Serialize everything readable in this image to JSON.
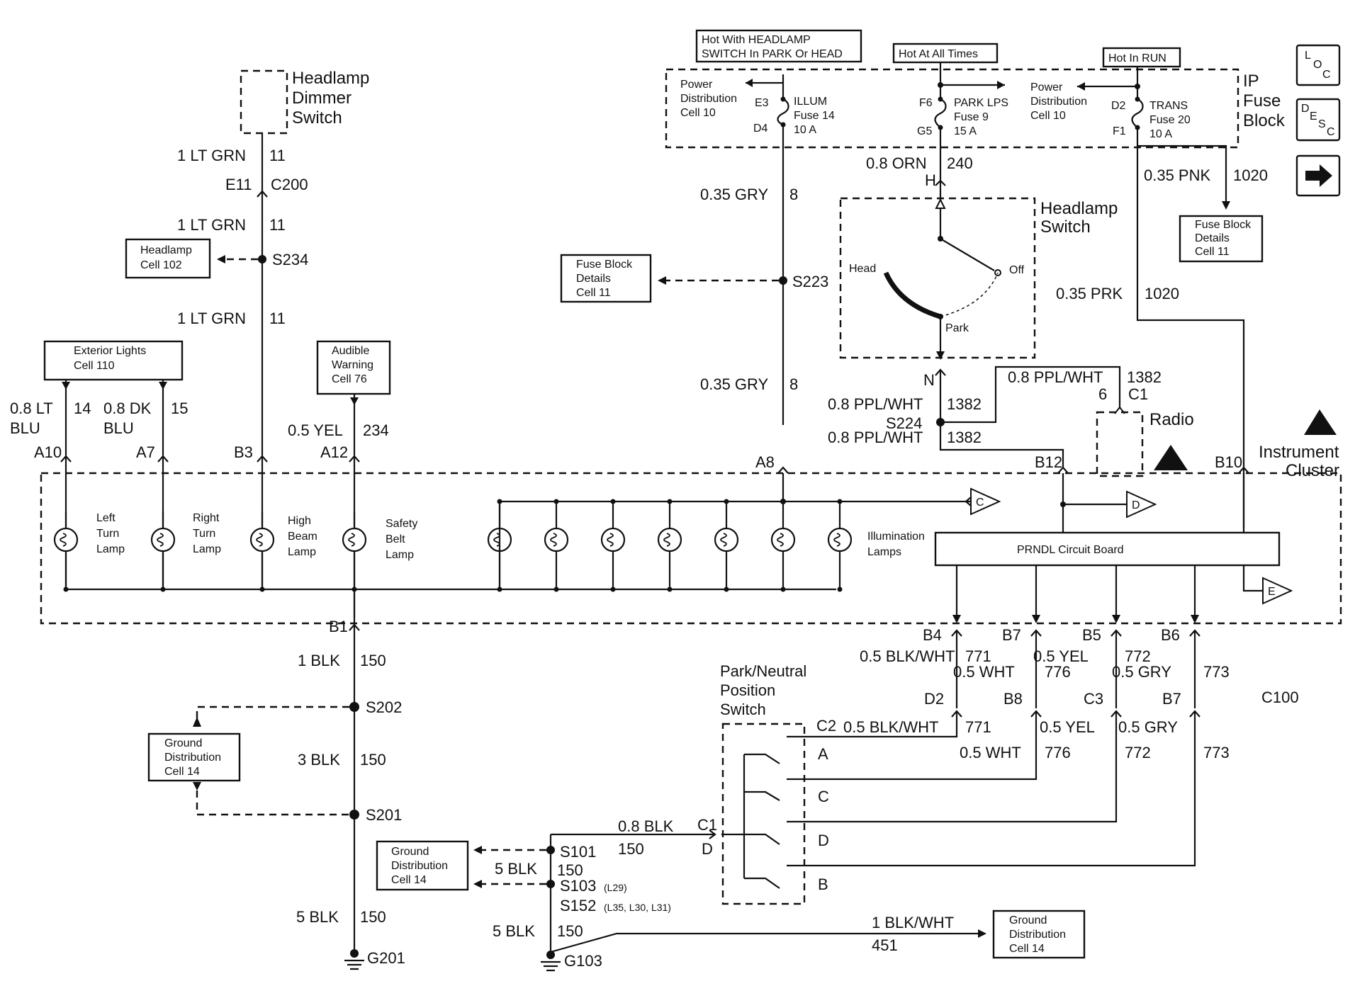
{
  "hot_labels": {
    "headlamp": [
      "Hot With HEADLAMP",
      "SWITCH In PARK Or HEAD"
    ],
    "all_times": "Hot At All Times",
    "run": "Hot In RUN"
  },
  "nav_icons": {
    "loc": [
      "L",
      "O",
      "C"
    ],
    "desc": [
      "D",
      "E",
      "S",
      "C"
    ],
    "next": "arrow-right-icon"
  },
  "ip_fuse_block": {
    "title": [
      "IP",
      "Fuse",
      "Block"
    ],
    "power_dist_1": [
      "Power",
      "Distribution",
      "Cell 10"
    ],
    "power_dist_2": [
      "Power",
      "Distribution",
      "Cell 10"
    ],
    "fuse14": {
      "name": "ILLUM",
      "fuse": "Fuse 14",
      "amps": "10 A",
      "in": "E3",
      "out": "D4"
    },
    "fuse9": {
      "name": "PARK LPS",
      "fuse": "Fuse 9",
      "amps": "15 A",
      "in": "F6",
      "out": "G5"
    },
    "fuse20": {
      "name": "TRANS",
      "fuse": "Fuse 20",
      "amps": "10 A",
      "in": "D2",
      "out": "F1"
    }
  },
  "dimmer": {
    "title": [
      "Headlamp",
      "Dimmer",
      "Switch"
    ],
    "w1": [
      "1 LT GRN",
      "11"
    ],
    "e11": "E11",
    "c200": "C200",
    "w2": [
      "1 LT GRN",
      "11"
    ],
    "s234": "S234",
    "w3": [
      "1 LT GRN",
      "11"
    ],
    "headlamp_ref": [
      "Headlamp",
      "Cell 102"
    ]
  },
  "refs": {
    "exterior": [
      "Exterior Lights",
      "Cell 110"
    ],
    "audible": [
      "Audible",
      "Warning",
      "Cell 76"
    ],
    "fuse_block_details_left": [
      "Fuse Block",
      "Details",
      "Cell 11"
    ],
    "fuse_block_details_right": [
      "Fuse Block",
      "Details",
      "Cell 11"
    ],
    "ground_dist_left": [
      "Ground",
      "Distribution",
      "Cell 14"
    ],
    "ground_dist_mid": [
      "Ground",
      "Distribution",
      "Cell 14"
    ],
    "ground_dist_right": [
      "Ground",
      "Distribution",
      "Cell 14"
    ]
  },
  "wires": {
    "a10": [
      "0.8 LT",
      "BLU",
      "14"
    ],
    "a7": [
      "0.8 DK",
      "BLU",
      "15"
    ],
    "a12": [
      "0.5 YEL",
      "234"
    ],
    "gry_top": [
      "0.35 GRY",
      "8"
    ],
    "gry_bottom": [
      "0.35 GRY",
      "8"
    ],
    "s223": "S223",
    "orn": [
      "0.8 ORN",
      "240"
    ],
    "pnk": [
      "0.35 PNK",
      "1020"
    ],
    "prk": [
      "0.35 PRK",
      "1020"
    ],
    "ppl_radio": [
      "0.8 PPL/WHT",
      "1382"
    ],
    "radio_pin": [
      "6",
      "C1"
    ],
    "ppl_n": [
      "0.8 PPL/WHT",
      "1382"
    ],
    "s224": "S224",
    "ppl_b12": [
      "0.8 PPL/WHT",
      "1382"
    ],
    "blk1": [
      "1 BLK",
      "150"
    ],
    "s202": "S202",
    "blk3": [
      "3 BLK",
      "150"
    ],
    "s201": "S201",
    "blk5_left": [
      "5 BLK",
      "150"
    ],
    "g201": "G201",
    "blk08": [
      "0.8 BLK",
      "150"
    ],
    "s101": "S101",
    "blk5_mid": [
      "5 BLK",
      "150"
    ],
    "s103": "S103",
    "s103_opt": "(L29)",
    "s152": "S152",
    "s152_opt": "(L35, L30, L31)",
    "blk5_g103": [
      "5 BLK",
      "150"
    ],
    "g103": "G103",
    "blkwht": [
      "1 BLK/WHT",
      "451"
    ]
  },
  "headlamp_switch": {
    "title": [
      "Headlamp",
      "Switch"
    ],
    "head": "Head",
    "off": "Off",
    "park": "Park",
    "h": "H",
    "n": "N"
  },
  "radio": "Radio",
  "cluster": {
    "title": [
      "Instrument",
      "Cluster"
    ],
    "pins": {
      "a10": "A10",
      "a7": "A7",
      "b3": "B3",
      "a12": "A12",
      "a8": "A8",
      "b12": "B12",
      "b10": "B10",
      "b1": "B1"
    },
    "lamps": [
      [
        "Left",
        "Turn",
        "Lamp"
      ],
      [
        "Right",
        "Turn",
        "Lamp"
      ],
      [
        "High",
        "Beam",
        "Lamp"
      ],
      [
        "Safety",
        "Belt",
        "Lamp"
      ]
    ],
    "illumination": [
      "Illumination",
      "Lamps"
    ],
    "prndl": "PRNDL Circuit Board",
    "refs": [
      "C",
      "D",
      "E"
    ]
  },
  "prndl_outputs": [
    {
      "pin_top": "B4",
      "wire": "0.5 BLK/WHT",
      "num": "771",
      "pin_bot": "D2",
      "sw_wire": "0.5 BLK/WHT",
      "sw_num": "771"
    },
    {
      "pin_top": "B7",
      "wire": "0.5 WHT",
      "num": "776",
      "pin_bot": "B8",
      "sw_wire": "0.5 WHT",
      "sw_num": "776"
    },
    {
      "pin_top": "B5",
      "wire": "0.5 YEL",
      "num": "772",
      "pin_bot": "C3",
      "sw_wire": "0.5 YEL",
      "sw_num": "772"
    },
    {
      "pin_top": "B6",
      "wire": "0.5 GRY",
      "num": "773",
      "pin_bot": "B7",
      "sw_wire": "0.5 GRY",
      "sw_num": "773"
    }
  ],
  "c100": "C100",
  "pn_switch": {
    "title": [
      "Park/Neutral",
      "Position",
      "Switch"
    ],
    "c2": "C2",
    "c1": "C1",
    "pins": [
      "A",
      "C",
      "D",
      "B"
    ],
    "d_in": "D"
  }
}
